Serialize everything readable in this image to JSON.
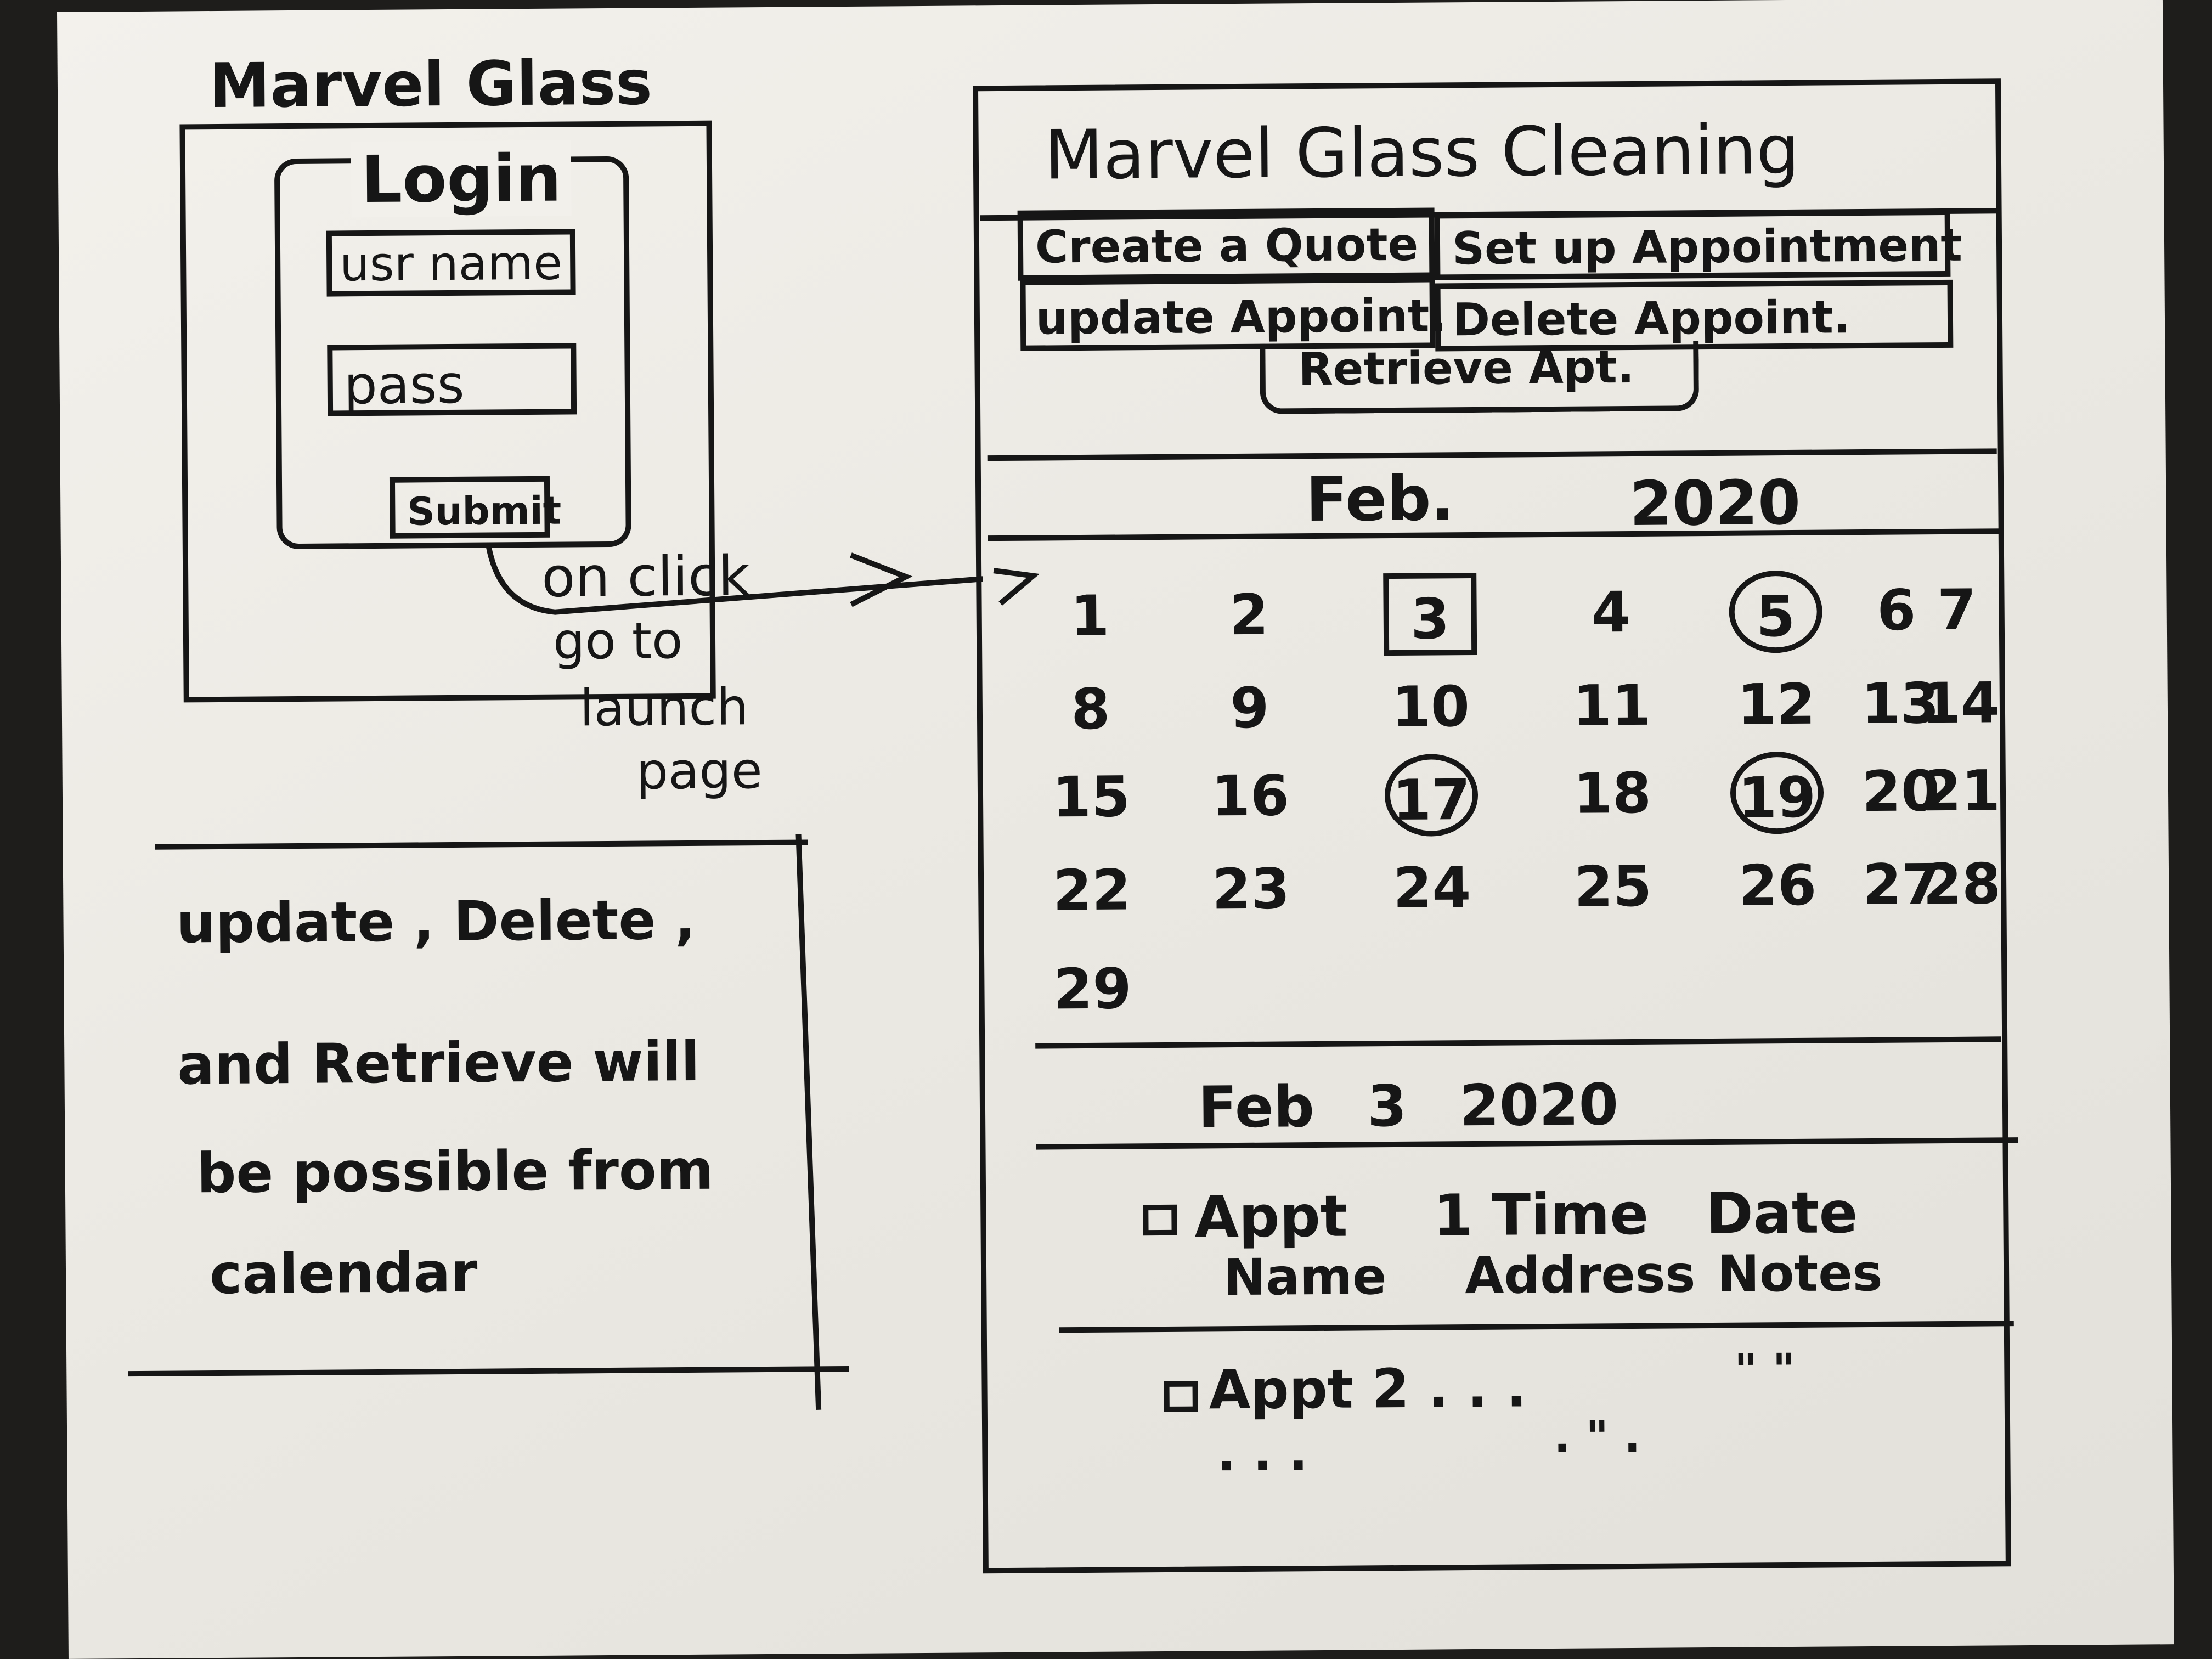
{
  "login_sketch": {
    "app_title": "Marvel Glass",
    "panel_title": "Login",
    "username_field": "usr name",
    "password_field": "pass",
    "submit_button": "Submit",
    "annotation": [
      "on click",
      "go to",
      "launch",
      "page"
    ]
  },
  "note_box": {
    "lines": [
      "update , Delete ,",
      "and Retrieve will",
      "be possible from",
      "calendar"
    ]
  },
  "launch_page": {
    "header_title": "Marvel Glass Cleaning",
    "actions": [
      "Create a Quote",
      "Set up Appointment",
      "update Appoint.",
      "Delete Appoint.",
      "Retrieve Apt."
    ],
    "calendar": {
      "month": "Feb.",
      "year": "2020",
      "days": [
        "1",
        "2",
        "3",
        "4",
        "5",
        "6",
        "7",
        "8",
        "9",
        "10",
        "11",
        "12",
        "13",
        "14",
        "15",
        "16",
        "17",
        "18",
        "19",
        "20",
        "21",
        "22",
        "23",
        "24",
        "25",
        "26",
        "27",
        "28",
        "29"
      ],
      "boxed_days": [
        "3"
      ],
      "circled_days": [
        "5",
        "17",
        "19"
      ]
    },
    "selected_date_header": "Feb 3 2020",
    "appointment_header": {
      "name": "Appt 1",
      "time": "Time",
      "date": "Date",
      "fields": [
        "Name",
        "Address",
        "Notes"
      ]
    },
    "appointment_rows": [
      {
        "label": "Appt 2 . . .",
        "col2": "\" \"",
        "col3": ". \" .",
        "continuation": ". . ."
      }
    ]
  }
}
